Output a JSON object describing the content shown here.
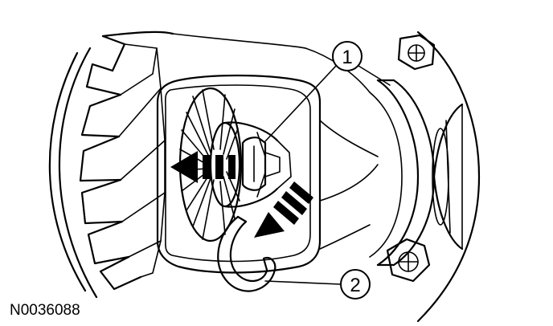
{
  "figure": {
    "reference_code": "N0036088",
    "callouts": [
      {
        "label": "1"
      },
      {
        "label": "2"
      }
    ],
    "colors": {
      "ink": "#000000",
      "background": "#ffffff"
    }
  }
}
